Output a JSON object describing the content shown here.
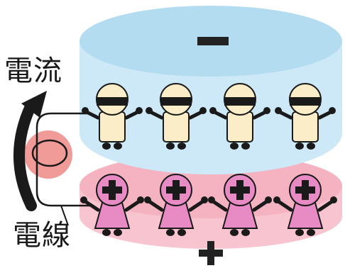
{
  "labels": {
    "current": "電流",
    "wire": "電線"
  },
  "signs": {
    "negative": "−",
    "positive": "+"
  },
  "colors": {
    "negative_disk": "#b8dff2",
    "positive_disk": "#f7c4cf",
    "electron_face": "#fbedc8",
    "proton_body": "#e88bc4",
    "wire_glow": "#ef8a86"
  },
  "figures": {
    "electrons": [
      "electron",
      "electron",
      "electron",
      "electron"
    ],
    "protons": [
      "proton",
      "proton",
      "proton",
      "proton"
    ]
  }
}
